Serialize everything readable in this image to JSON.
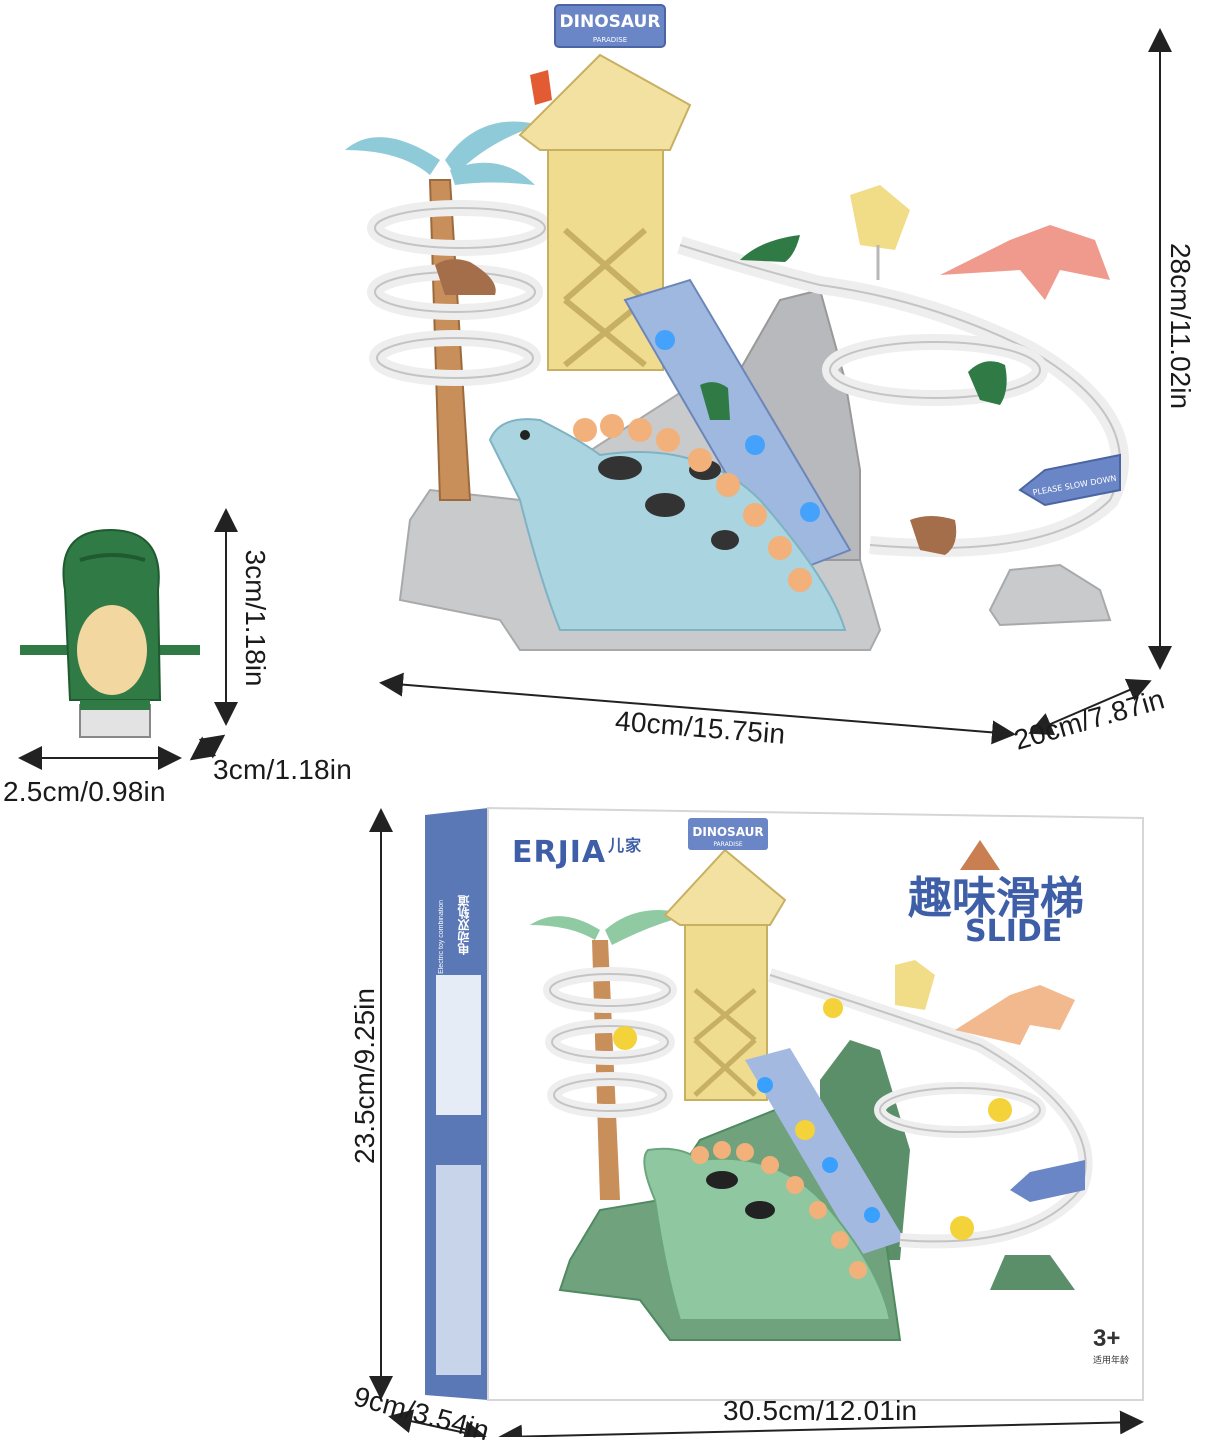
{
  "track_set": {
    "sign_title": "DINOSAUR",
    "sign_subtitle": "PARADISE",
    "arrow_sign": "PLEASE SLOW DOWN",
    "width_label": "40cm/15.75in",
    "depth_label": "20cm/7.87in",
    "height_label": "28cm/11.02in"
  },
  "car": {
    "height_label": "3cm/1.18in",
    "depth_label": "3cm/1.18in",
    "width_label": "2.5cm/0.98in"
  },
  "box": {
    "brand": "ERJIA",
    "brand_cn": "儿家",
    "side_title_cn": "电动双轨道",
    "side_subtitle": "Electric toy combination",
    "title_cn": "趣味滑梯",
    "title_en": "SLIDE",
    "age": "3+",
    "age_cn": "适用年龄",
    "sign_title": "DINOSAUR",
    "sign_subtitle": "PARADISE",
    "height_label": "23.5cm/9.25in",
    "depth_label": "9cm/3.54in",
    "width_label": "30.5cm/12.01in"
  },
  "colors": {
    "stone": "#c9cacc",
    "dino_blue": "#a9d4e0",
    "dino_green": "#8fc7a0",
    "tower": "#f0dc8e",
    "track": "#f4f4f4",
    "box_side": "#5a78b5",
    "car_green": "#2f7a45"
  }
}
